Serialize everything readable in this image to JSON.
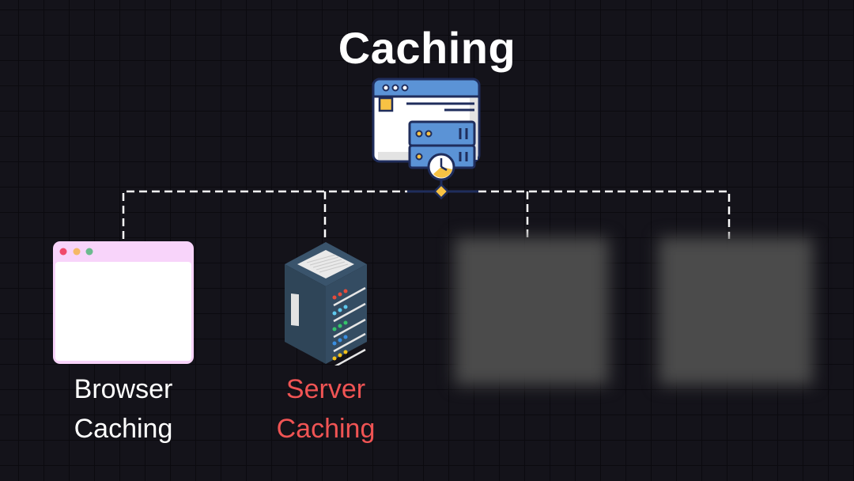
{
  "title": "Caching",
  "root_icon": "web-server-cache-icon",
  "nodes": [
    {
      "id": "browser",
      "line1": "Browser",
      "line2": "Caching",
      "icon": "browser-window-icon",
      "color": "#ffffff",
      "highlighted": false
    },
    {
      "id": "server",
      "line1": "Server",
      "line2": "Caching",
      "icon": "server-rack-icon",
      "color": "#f05454",
      "highlighted": true
    },
    {
      "id": "hidden-3",
      "icon": "blurred-placeholder",
      "hidden": true
    },
    {
      "id": "hidden-4",
      "icon": "blurred-placeholder",
      "hidden": true
    }
  ],
  "colors": {
    "background": "#14131a",
    "grid": "#0b0a0f",
    "connector": "#ffffff",
    "highlight": "#f05454",
    "icon_navy": "#1f2d5c",
    "icon_blue": "#5b93d6",
    "icon_yellow": "#f7c244"
  }
}
